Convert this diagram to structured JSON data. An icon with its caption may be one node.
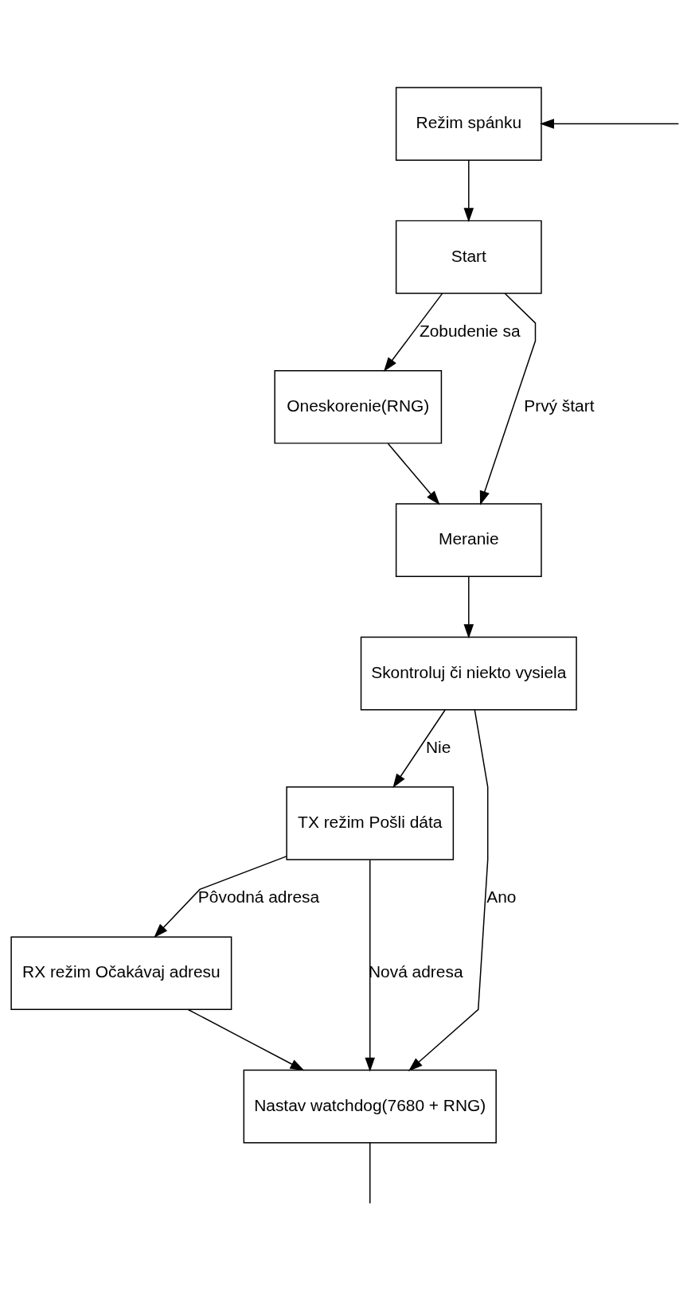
{
  "diagram": {
    "nodes": [
      {
        "text": [
          "Režim spánku"
        ]
      },
      {
        "text": [
          "Start"
        ]
      },
      {
        "text": [
          "Oneskorenie(RNG)"
        ]
      },
      {
        "text": [
          "Meranie"
        ]
      },
      {
        "text": [
          "Skontroluj či niekto vysiela"
        ]
      },
      {
        "text": [
          "TX režim Pošli dáta"
        ]
      },
      {
        "text": [
          "RX režim Očakávaj adresu"
        ]
      },
      {
        "text": [
          "Nastav watchdog(7680 + RNG)"
        ]
      }
    ],
    "edges": [
      {
        "from": 0,
        "to": 1,
        "arrow": "to"
      },
      {
        "from": 1,
        "to": 2,
        "arrow": "to",
        "label": "Zobudenie sa"
      },
      {
        "from": 1,
        "to": 3,
        "arrow": "to",
        "label": "Prvý štart"
      },
      {
        "from": 2,
        "to": 3,
        "arrow": "to"
      },
      {
        "from": 3,
        "to": 4,
        "arrow": "to"
      },
      {
        "from": 4,
        "to": 5,
        "arrow": "to",
        "label": "Nie"
      },
      {
        "from": 4,
        "to": 7,
        "arrow": "to",
        "label": "Ano"
      },
      {
        "from": 5,
        "to": 6,
        "arrow": "to",
        "label": "Pôvodná adresa"
      },
      {
        "from": 5,
        "to": 7,
        "arrow": "to",
        "label": "Nová adresa"
      },
      {
        "from": 6,
        "to": 7,
        "arrow": "to"
      },
      {
        "from": 7,
        "to": null,
        "arrow": "none"
      },
      {
        "from": null,
        "to": 0,
        "arrow": "to"
      }
    ]
  }
}
